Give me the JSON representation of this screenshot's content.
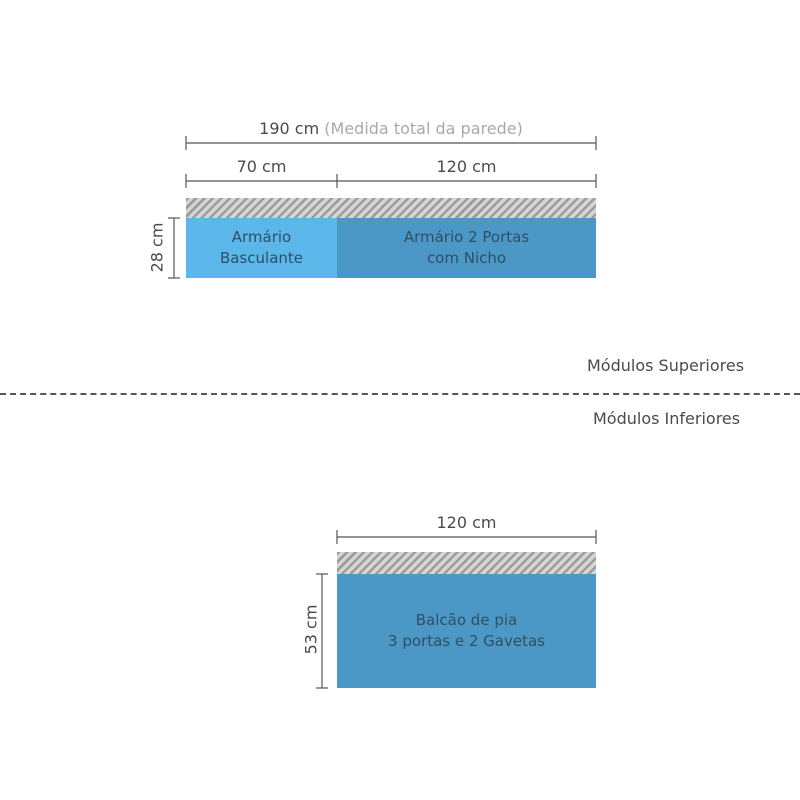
{
  "upper": {
    "total_width": {
      "value": "190 cm",
      "note": "(Medida total da parede)"
    },
    "widths": [
      "70 cm",
      "120 cm"
    ],
    "height": "28 cm",
    "modules": [
      {
        "line1": "Armário",
        "line2": "Basculante",
        "color": "#5bb6ea"
      },
      {
        "line1": "Armário 2 Portas",
        "line2": "com Nicho",
        "color": "#4b98c7"
      }
    ]
  },
  "section_labels": {
    "upper": "Módulos Superiores",
    "lower": "Módulos Inferiores"
  },
  "lower": {
    "width": "120 cm",
    "height": "53 cm",
    "module": {
      "line1": "Balcão de pia",
      "line2": "3 portas e 2 Gavetas",
      "color": "#4b98c7"
    }
  },
  "colors": {
    "hatch_dark": "#9c9c9c",
    "hatch_light": "#d6d6d6",
    "line": "#555555"
  }
}
